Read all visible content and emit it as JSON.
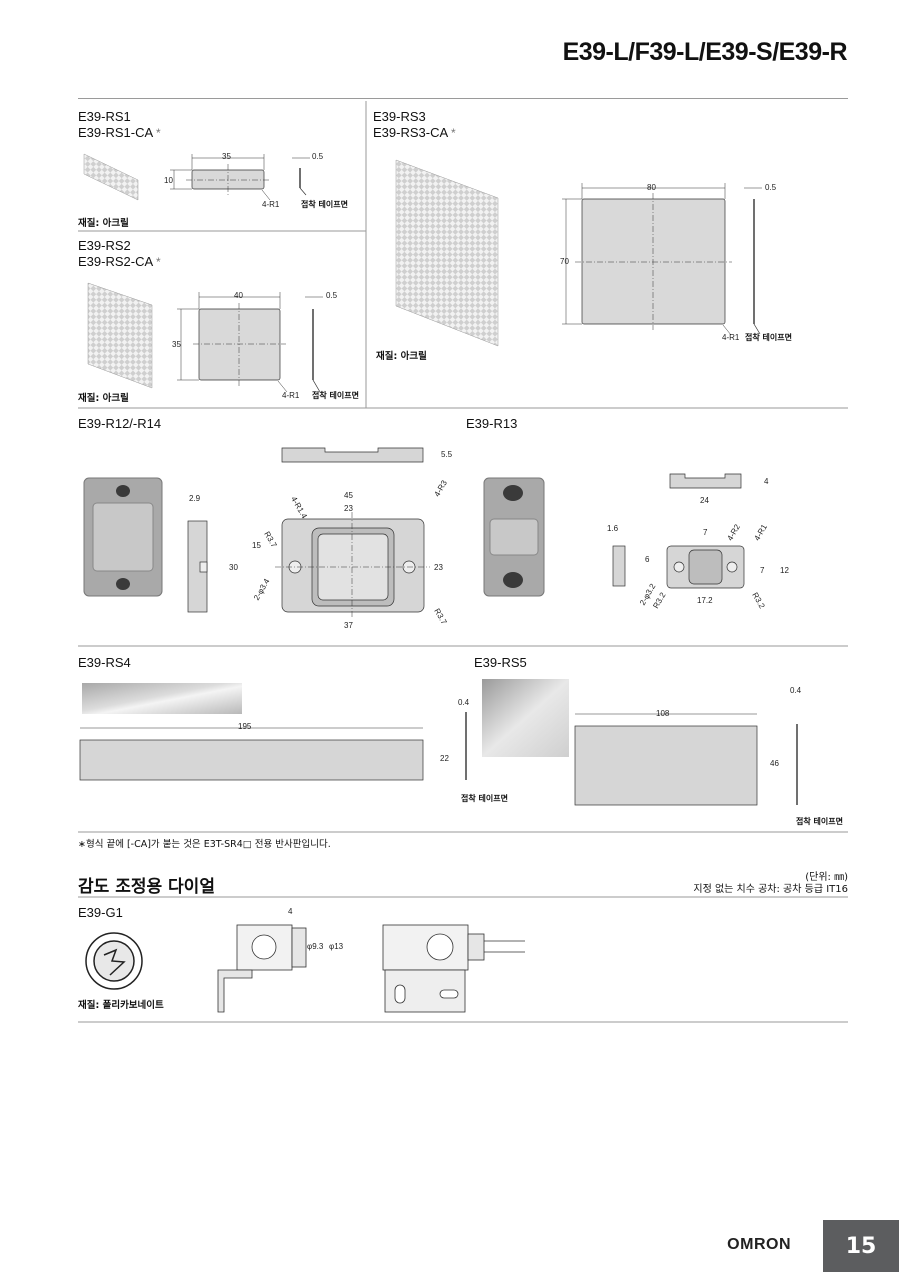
{
  "header": {
    "title": "E39-L/F39-L/E39-S/E39-R"
  },
  "rs1": {
    "model1": "E39-RS1",
    "model2": "E39-RS1-CA",
    "dim_w": "35",
    "dim_h": "10",
    "dim_t": "0.5",
    "radius": "4-R1",
    "tape": "접착 테이프면",
    "material": "재질: 아크릴"
  },
  "rs2": {
    "model1": "E39-RS2",
    "model2": "E39-RS2-CA",
    "dim_w": "40",
    "dim_h": "35",
    "dim_t": "0.5",
    "radius": "4-R1",
    "tape": "접착 테이프면",
    "material": "재질: 아크릴"
  },
  "rs3": {
    "model1": "E39-RS3",
    "model2": "E39-RS3-CA",
    "dim_w": "80",
    "dim_h": "70",
    "dim_t": "0.5",
    "radius": "4-R1",
    "tape": "접착 테이프면",
    "material": "재질: 아크릴"
  },
  "asterisk": "*",
  "r12": {
    "model": "E39-R12/-R14",
    "d_5_5": "5.5",
    "d_2_9": "2.9",
    "d_45": "45",
    "d_23a": "23",
    "d_4R3": "4-R3",
    "d_4R1_4": "4-R1.4",
    "d_R3_7a": "R3.7",
    "d_15": "15",
    "d_30": "30",
    "d_23b": "23",
    "d_2phi": "2-φ3.4",
    "d_R3_7b": "R3.7",
    "d_37": "37"
  },
  "r13": {
    "model": "E39-R13",
    "d_4": "4",
    "d_24": "24",
    "d_1_6": "1.6",
    "d_7a": "7",
    "d_4R2": "4-R2",
    "d_4R1": "4-R1",
    "d_6": "6",
    "d_7b": "7",
    "d_12": "12",
    "d_2phi": "2-φ3.2",
    "d_R3_2a": "R3.2",
    "d_17_2": "17.2",
    "d_R3_2b": "R3.2"
  },
  "rs4": {
    "model": "E39-RS4",
    "d_195": "195",
    "d_22": "22",
    "d_0_4": "0.4",
    "tape": "접착 테이프면"
  },
  "rs5": {
    "model": "E39-RS5",
    "d_108": "108",
    "d_46": "46",
    "d_0_4": "0.4",
    "tape": "접착 테이프면"
  },
  "footnote": "∗형식 끝에 [-CA]가 붙는 것은 E3T-SR4□ 전용 반사판입니다.",
  "section2": {
    "title": "감도 조정용 다이얼",
    "unit": "(단위: ㎜)",
    "tolerance": "지정 없는 치수 공차: 공차 등급 IT16"
  },
  "g1": {
    "model": "E39-G1",
    "material": "재질: 폴리카보네이트",
    "d_4": "4",
    "d_phi9_3": "φ9.3",
    "d_phi13": "φ13"
  },
  "footer": {
    "logo": "OMRON",
    "page": "15"
  }
}
